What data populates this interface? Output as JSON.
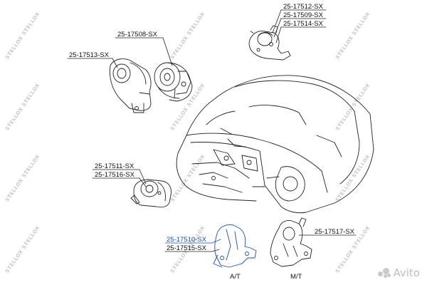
{
  "watermark": {
    "brand": "STELLOX",
    "marketplace": "Avito"
  },
  "labels": {
    "p_17512": "25-17512-SX",
    "p_17509": "25-17509-SX",
    "p_17514": "25-17514-SX",
    "p_17508": "25-17508-SX",
    "p_17513": "25-17513-SX",
    "p_17511": "25-17511-SX",
    "p_17516": "25-17516-SX",
    "p_17510": "25-17510-SX",
    "p_17515": "25-17515-SX",
    "p_17517": "25-17517-SX",
    "at": "A/T",
    "mt": "M/T"
  },
  "colors": {
    "line": "#222222",
    "highlight": "#1a4fa8",
    "watermark": "#c8c8c8"
  }
}
